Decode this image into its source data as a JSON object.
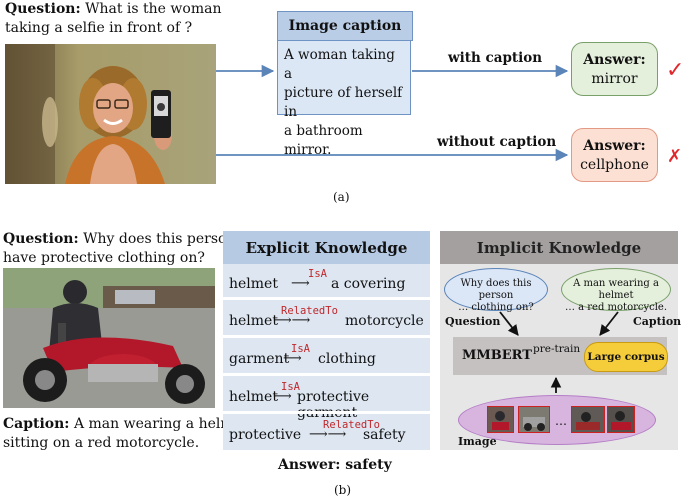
{
  "panel_a": {
    "question_label": "Question:",
    "question_text_1": "What is the woman",
    "question_text_2": "taking a selfie in front of ?",
    "caption_title": "Image caption",
    "caption_lines": [
      "A woman taking a",
      "picture of herself in",
      "a bathroom mirror."
    ],
    "with_caption": "with caption",
    "without_caption": "without caption",
    "answer_label": "Answer:",
    "answer_correct": "mirror",
    "answer_wrong": "cellphone",
    "check_mark": "✓",
    "cross_mark": "✗",
    "sublabel": "(a)",
    "colors": {
      "arrow": "#5b84b8",
      "correct_fill": "#e4efdc",
      "correct_border": "#7aa06a",
      "wrong_fill": "#fbe0d3",
      "wrong_border": "#e29a86",
      "mark": "#e0282c"
    }
  },
  "panel_b": {
    "question_label": "Question:",
    "question_text_1": "Why does this person",
    "question_text_2": "have protective clothing on?",
    "caption_label": "Caption:",
    "caption_text_1": "A man wearing a helmet",
    "caption_text_2": "sitting on a red motorcycle.",
    "explicit_title": "Explicit Knowledge",
    "triples": [
      {
        "subject": "helmet",
        "relation": "IsA",
        "object": "a covering"
      },
      {
        "subject": "helmet",
        "relation": "RelatedTo",
        "object": "motorcycle"
      },
      {
        "subject": "garment",
        "relation": "IsA",
        "object": "clothing"
      },
      {
        "subject": "helmet",
        "relation": "IsA",
        "object": "protective garment"
      },
      {
        "subject": "protective",
        "relation": "RelatedTo",
        "object": "safety"
      }
    ],
    "answer": "Answer: safety",
    "implicit_title": "Implicit Knowledge",
    "question_bubble_1": "Why does this person",
    "question_bubble_2": "… clothing on?",
    "caption_bubble_1": "A man wearing a helmet",
    "caption_bubble_2": "… a red motorcycle.",
    "question_tag": "Question",
    "caption_tag": "Caption",
    "model": "MMBERT",
    "pretrain": "pre-train",
    "corpus": "Large corpus",
    "ellipsis": "…",
    "image_tag": "Image",
    "sublabel": "(b)"
  }
}
